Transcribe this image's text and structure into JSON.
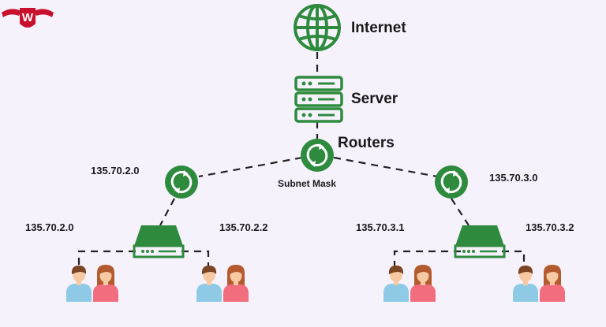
{
  "colors": {
    "green": "#2e8b3e",
    "green_dark": "#1f6b2c",
    "line": "#222222",
    "skin": "#f6c9a3",
    "hair_male": "#7a4522",
    "shirt_male": "#8ecae6",
    "hair_female": "#b35a2e",
    "shirt_female": "#f26d7d",
    "logo_red": "#c8102e"
  },
  "labels": {
    "internet": "Internet",
    "server": "Server",
    "routers": "Routers",
    "subnet_mask": "Subnet Mask"
  },
  "ips": {
    "left_router": "135.70.2.0",
    "right_router": "135.70.3.0",
    "left_switch_left": "135.70.2.0",
    "left_switch_right": "135.70.2.2",
    "right_switch_left": "135.70.3.1",
    "right_switch_right": "135.70.3.2"
  },
  "logo": {
    "letter": "W"
  }
}
